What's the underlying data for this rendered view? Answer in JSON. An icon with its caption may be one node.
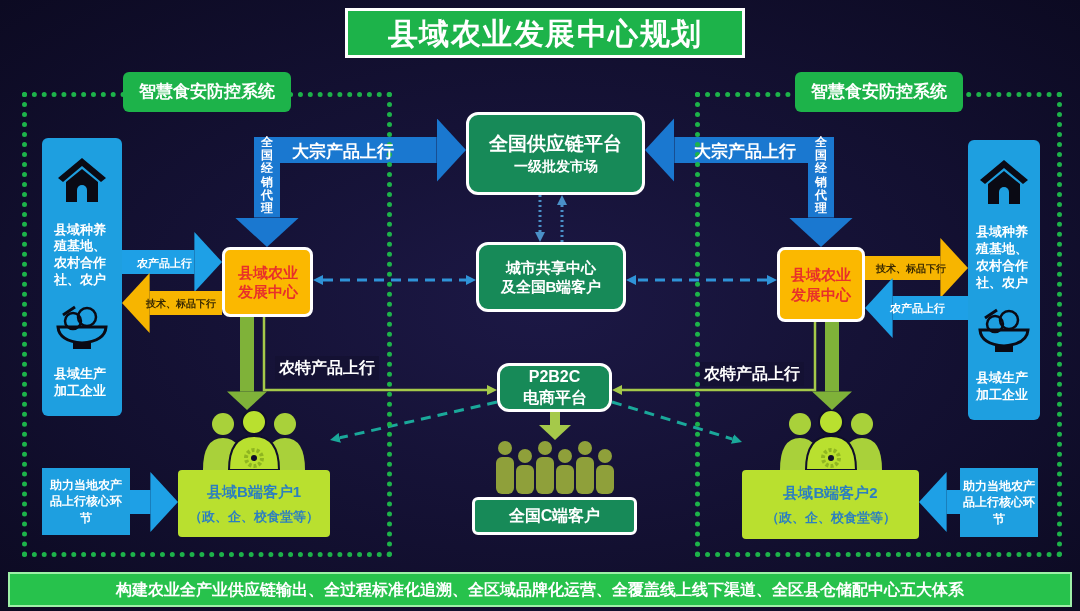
{
  "diagram": {
    "title": "县域农业发展中心规划",
    "caption": "构建农业全产业供应链输出、全过程标准化追溯、全区域品牌化运营、全覆盖线上线下渠道、全区县仓储配中心五大体系",
    "nodes": [
      {
        "text": [
          "智慧食安防控系统"
        ]
      },
      {
        "text": [
          "智慧食安防控系统"
        ]
      },
      {
        "text": [
          "县域种养殖基地、农村合作社、农户",
          "县域生产加工企业"
        ],
        "in": 0
      },
      {
        "text": [
          "县域农业发展中心"
        ],
        "in": 0
      },
      {
        "text": [
          "县域B端客户1",
          "（政、企、校食堂等）"
        ],
        "in": 0
      },
      {
        "text": [
          "助力当地农产品上行核心环节"
        ],
        "in": 0
      },
      {
        "text": [
          "县域种养殖基地、农村合作社、农户",
          "县域生产加工企业"
        ],
        "in": 1
      },
      {
        "text": [
          "县域农业发展中心"
        ],
        "in": 1
      },
      {
        "text": [
          "县域B端客户2",
          "（政、企、校食堂等）"
        ],
        "in": 1
      },
      {
        "text": [
          "助力当地农产品上行核心环节"
        ],
        "in": 1
      },
      {
        "text": [
          "全国供应链平台",
          "一级批发市场"
        ]
      },
      {
        "text": [
          "城市共享中心及全国B端客户"
        ]
      },
      {
        "text": [
          "P2B2C 电商平台"
        ]
      },
      {
        "text": [
          "全国C端客户"
        ]
      }
    ],
    "edges": [
      {
        "from": 3,
        "to": 10,
        "arrow": "both",
        "label": "大宗产品上行",
        "style": "thick",
        "color": "#1a78d0"
      },
      {
        "from": 7,
        "to": 10,
        "arrow": "both",
        "label": "大宗产品上行",
        "style": "thick",
        "color": "#1a78d0"
      },
      {
        "from": 2,
        "to": 3,
        "arrow": "to",
        "label": "农产品上行",
        "color": "#1ea0e6"
      },
      {
        "from": 3,
        "to": 2,
        "arrow": "to",
        "label": "技术、标品下行",
        "color": "#f7b500"
      },
      {
        "from": 7,
        "to": 6,
        "arrow": "to",
        "label": "技术、标品下行",
        "color": "#f7b500"
      },
      {
        "from": 6,
        "to": 7,
        "arrow": "to",
        "label": "农产品上行",
        "color": "#1ea0e6"
      },
      {
        "from": 3,
        "to": 11,
        "arrow": "both",
        "style": "dashed",
        "color": "#2f93d8"
      },
      {
        "from": 7,
        "to": 11,
        "arrow": "both",
        "style": "dashed",
        "color": "#2f93d8"
      },
      {
        "from": 10,
        "to": 11,
        "arrow": "to",
        "style": "dashed",
        "color": "#4a90c8"
      },
      {
        "from": 11,
        "to": 10,
        "arrow": "to",
        "style": "dashed",
        "color": "#4a90c8"
      },
      {
        "from": 3,
        "to": 4,
        "arrow": "to",
        "color": "#7fb239"
      },
      {
        "from": 3,
        "to": 12,
        "arrow": "to",
        "label": "农特产品上行",
        "color": "#a5c94a"
      },
      {
        "from": 7,
        "to": 8,
        "arrow": "to",
        "color": "#7fb239"
      },
      {
        "from": 7,
        "to": 12,
        "arrow": "to",
        "label": "农特产品上行",
        "color": "#a5c94a"
      },
      {
        "from": 12,
        "to": 4,
        "arrow": "to",
        "style": "dashed",
        "color": "#1aa89a"
      },
      {
        "from": 12,
        "to": 8,
        "arrow": "to",
        "style": "dashed",
        "color": "#1aa89a"
      },
      {
        "from": 12,
        "to": 13,
        "arrow": "to",
        "color": "#a5c94a"
      },
      {
        "from": 5,
        "to": 4,
        "arrow": "to",
        "color": "#1ea0e6"
      },
      {
        "from": 9,
        "to": 8,
        "arrow": "to",
        "color": "#1ea0e6"
      }
    ],
    "labels": [
      "全国经销代理",
      "全国经销代理"
    ]
  }
}
